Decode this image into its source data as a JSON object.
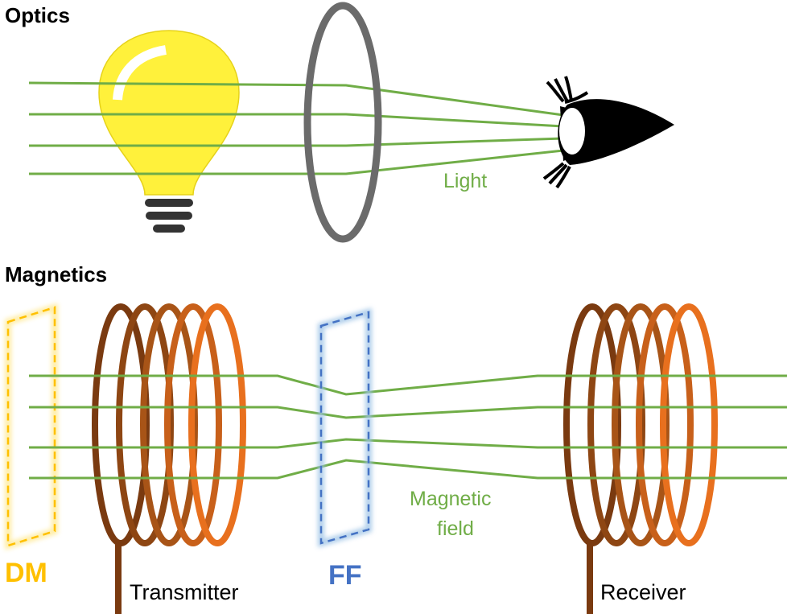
{
  "optics": {
    "title": "Optics",
    "light_label": "Light"
  },
  "magnetics": {
    "title": "Magnetics",
    "field_label_line1": "Magnetic",
    "field_label_line2": "field",
    "transmitter_label": "Transmitter",
    "receiver_label": "Receiver",
    "dm_label": "DM",
    "ff_label": "FF"
  },
  "icons": [
    "light-bulb-icon",
    "lens-icon",
    "eye-icon",
    "coil-icon"
  ],
  "colors": {
    "field_line": "#70AD47",
    "bulb": "#FFF13B",
    "lens": "#6B6B6B",
    "dm": "#FFC000",
    "ff": "#4472C4",
    "coil_dark": "#7A3A10",
    "coil_light": "#E8701E"
  }
}
